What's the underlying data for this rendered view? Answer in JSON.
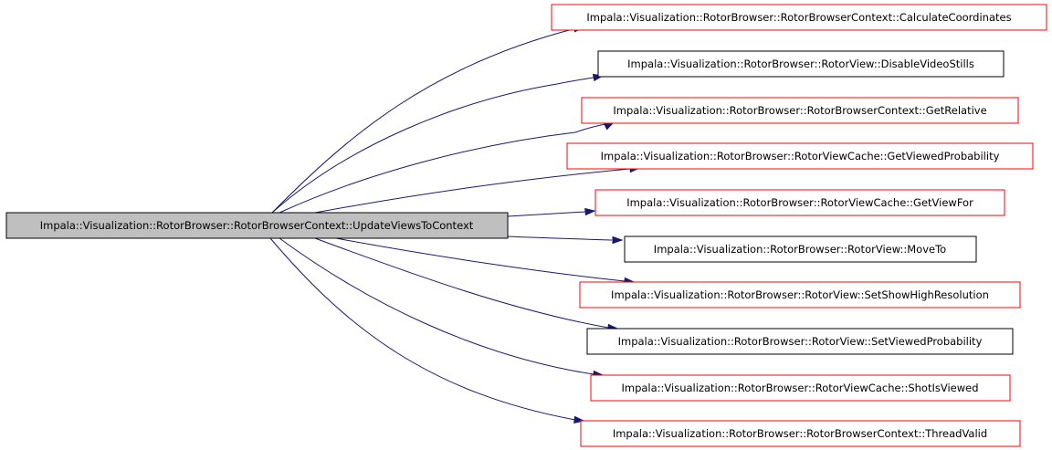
{
  "graph": {
    "root": {
      "label": "Impala::Visualization::RotorBrowser::RotorBrowserContext::UpdateViewsToContext",
      "fill": "#bfbfbf",
      "border": "#000000"
    },
    "edge_color": "#191970",
    "nodes": [
      {
        "label": "Impala::Visualization::RotorBrowser::RotorBrowserContext::CalculateCoordinates",
        "border": "#ff0000"
      },
      {
        "label": "Impala::Visualization::RotorBrowser::RotorView::DisableVideoStills",
        "border": "#000000"
      },
      {
        "label": "Impala::Visualization::RotorBrowser::RotorBrowserContext::GetRelative",
        "border": "#ff0000"
      },
      {
        "label": "Impala::Visualization::RotorBrowser::RotorViewCache::GetViewedProbability",
        "border": "#ff0000"
      },
      {
        "label": "Impala::Visualization::RotorBrowser::RotorViewCache::GetViewFor",
        "border": "#ff0000"
      },
      {
        "label": "Impala::Visualization::RotorBrowser::RotorView::MoveTo",
        "border": "#000000"
      },
      {
        "label": "Impala::Visualization::RotorBrowser::RotorView::SetShowHighResolution",
        "border": "#ff0000"
      },
      {
        "label": "Impala::Visualization::RotorBrowser::RotorView::SetViewedProbability",
        "border": "#000000"
      },
      {
        "label": "Impala::Visualization::RotorBrowser::RotorViewCache::ShotIsViewed",
        "border": "#ff0000"
      },
      {
        "label": "Impala::Visualization::RotorBrowser::RotorBrowserContext::ThreadValid",
        "border": "#ff0000"
      }
    ]
  }
}
